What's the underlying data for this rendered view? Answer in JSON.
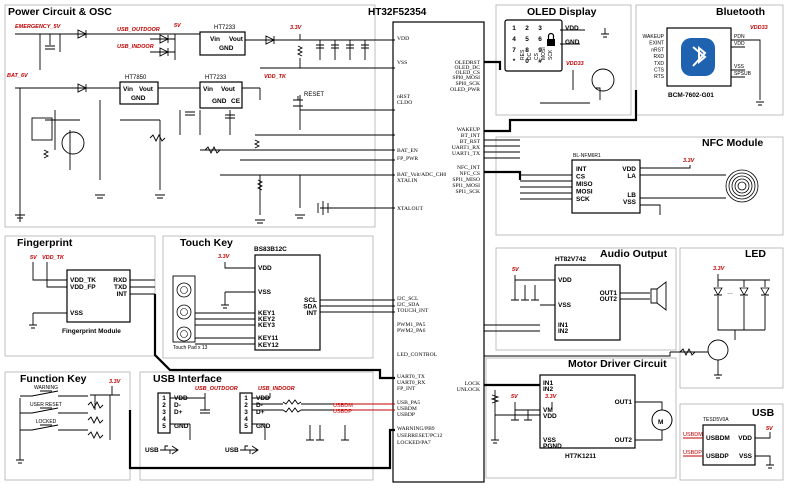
{
  "sections": {
    "power": "Power Circuit & OSC",
    "mcu": "HT32F52354",
    "oled": "OLED Display",
    "bluetooth": "Bluetooth",
    "nfc": "NFC Module",
    "fingerprint": "Fingerprint",
    "touch": "Touch Key",
    "audio": "Audio Output",
    "led": "LED",
    "motor": "Motor Driver Circuit",
    "function_key": "Function Key",
    "usb_interface": "USB Interface",
    "usb": "USB"
  },
  "power": {
    "emergency": "EMERGENCY_5V",
    "usb_outdoor": "USB_OUTDOOR",
    "usb_indoor": "USB_INDOOR",
    "v5": "5V",
    "bat": "BAT_6V",
    "v33": "3.3V",
    "vdd_tk": "VDD_TK",
    "reset": "RESET",
    "ht7233a": "HT7233",
    "ht7233b": "HT7233",
    "ht7850": "HT7850",
    "vin": "Vin",
    "vout": "Vout",
    "gnd": "GND",
    "ce": "CE"
  },
  "mcu": {
    "left_pins": [
      "VDD",
      "VSS",
      "nRST",
      "CLDO",
      "BAT_EN",
      "FP_PWR",
      "BAT_Volt/ADC_CH0",
      "XTALIN",
      "XTALOUT",
      "I2C_SCL",
      "I2C_SDA",
      "TOUCH_INT",
      "PWM1_PA5",
      "PWM2_PA6",
      "LED_CONTROL",
      "UART0_TX",
      "UART0_RX",
      "FP_INT",
      "USB_PA5",
      "USBDM",
      "USBDP",
      "WARNING/PB9",
      "USERRESET/PC12",
      "LOCKED/PA7"
    ],
    "right_pins": [
      "OLEDRST",
      "OLED_DC",
      "OLED_CS",
      "SPI0_MOSI",
      "SPI0_SCK",
      "OLED_PWR",
      "WAKEUP",
      "BT_INT",
      "BT_RST",
      "UART1_RX",
      "UART1_TX",
      "NFC_INT",
      "NFC_CS",
      "SPI1_MISO",
      "SPI1_MOSI",
      "SPI1_SCK",
      "LOCK",
      "UNLOCK"
    ]
  },
  "keypad": {
    "keys": [
      "1",
      "2",
      "3",
      "4",
      "5",
      "6",
      "7",
      "8",
      "9",
      "*",
      "0",
      "#"
    ],
    "pins": [
      "RES",
      "DC",
      "CS",
      "MOSI",
      "SCK"
    ],
    "vdd": "VDD",
    "gnd": "GND",
    "vdd33": "VDD33"
  },
  "bluetooth": {
    "chip": "BCM-7602-G01",
    "left_pins": [
      "WAKEUP",
      "EXINT",
      "nRST",
      "RXD",
      "TXD",
      "CTS",
      "RTS"
    ],
    "right_pins": [
      "PDN",
      "VDD",
      "VSS",
      "SPSUB"
    ],
    "vdd33": "VDD33"
  },
  "nfc": {
    "chip": "BL-NFM6R1",
    "left_pins": [
      "INT",
      "CS",
      "MISO",
      "MOSI",
      "SCK"
    ],
    "right_pins": [
      "VDD",
      "LA",
      "LB",
      "VSS"
    ],
    "v33": "3.3V"
  },
  "fingerprint": {
    "v5": "5V",
    "vdd_tk": "VDD_TK",
    "left_pins": [
      "VDD_TK",
      "VDD_FP",
      "VSS"
    ],
    "right_pins": [
      "RXD",
      "TXD",
      "INT"
    ],
    "module": "Fingerprint Module"
  },
  "touch": {
    "chip": "BS83B12C",
    "v33": "3.3V",
    "pins": [
      "VDD",
      "VSS",
      "KEY1",
      "KEY2",
      "KEY3",
      "KEY11",
      "KEY12"
    ],
    "right_pins": [
      "SCL",
      "SDA",
      "INT"
    ],
    "pad_label": "Touch Pad x 13"
  },
  "audio": {
    "chip": "HT82V742",
    "v5": "5V",
    "pins": [
      "VDD",
      "VSS",
      "IN1",
      "IN2"
    ],
    "outs": [
      "OUT1",
      "OUT2"
    ]
  },
  "led": {
    "v33": "3.3V"
  },
  "motor": {
    "chip": "HT7K1211",
    "v5": "5V",
    "v33": "3.3V",
    "left_pins": [
      "IN1",
      "IN2",
      "VM",
      "VDD",
      "VSS",
      "PGND"
    ],
    "right_pins": [
      "OUT1",
      "OUT2"
    ],
    "motor": "M"
  },
  "function_key": {
    "v33": "3.3V",
    "keys": [
      "WARNING",
      "USER RESET",
      "LOCKED"
    ]
  },
  "usb_interface": {
    "usb_outdoor": "USB_OUTDOOR",
    "usb_indoor": "USB_INDOOR",
    "pins_a": [
      "1",
      "2",
      "3",
      "4",
      "5"
    ],
    "sig_a": [
      "VDD",
      "D-",
      "D+",
      "",
      "GND"
    ],
    "pins_b": [
      "1",
      "2",
      "3",
      "4",
      "5"
    ],
    "sig_b": [
      "VDD",
      "D-",
      "D+",
      "",
      "GND"
    ],
    "usbdm": "USBDM",
    "usbdp": "USBDP",
    "usb_label": "USB"
  },
  "usb": {
    "chip": "TESD5V0A",
    "usbdm": "USBDM",
    "usbdp": "USBDP",
    "v5": "5V",
    "pins": [
      "USBDM",
      "USBDP"
    ],
    "right_pins": [
      "VDD",
      "VSS"
    ]
  }
}
